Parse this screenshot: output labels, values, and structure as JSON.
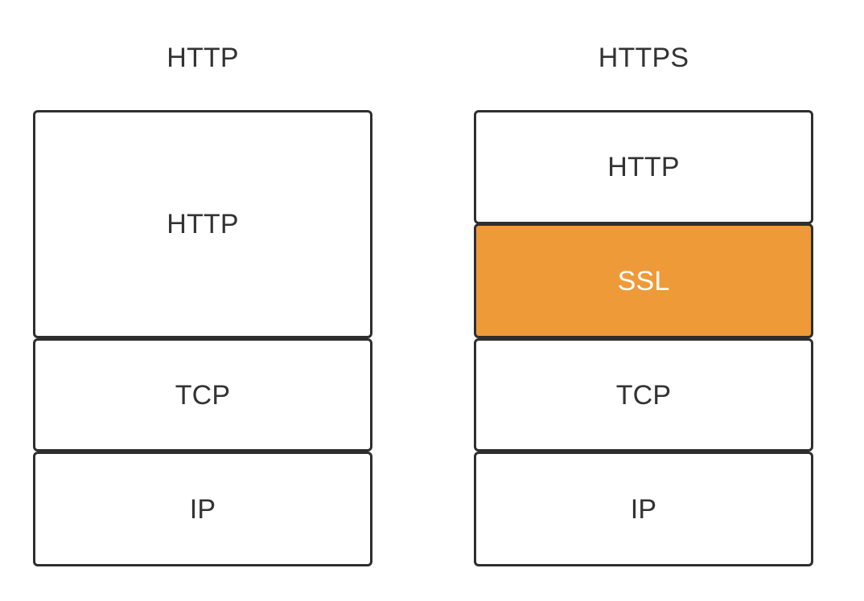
{
  "diagram": {
    "title_hidden": "",
    "background_color": "#ffffff",
    "border_color": "#2e2e2e",
    "text_color": "#333333",
    "highlight_color": "#ef9a38",
    "highlight_text_color": "#ffffff",
    "columns": [
      {
        "id": "http-stack",
        "header": "HTTP",
        "layers": [
          {
            "id": "http-left",
            "label": "HTTP",
            "highlighted": false
          },
          {
            "id": "tcp-left",
            "label": "TCP",
            "highlighted": false
          },
          {
            "id": "ip-left",
            "label": "IP",
            "highlighted": false
          }
        ]
      },
      {
        "id": "https-stack",
        "header": "HTTPS",
        "layers": [
          {
            "id": "http-right",
            "label": "HTTP",
            "highlighted": false
          },
          {
            "id": "ssl-right",
            "label": "SSL",
            "highlighted": true
          },
          {
            "id": "tcp-right",
            "label": "TCP",
            "highlighted": false
          },
          {
            "id": "ip-right",
            "label": "IP",
            "highlighted": false
          }
        ]
      }
    ]
  }
}
